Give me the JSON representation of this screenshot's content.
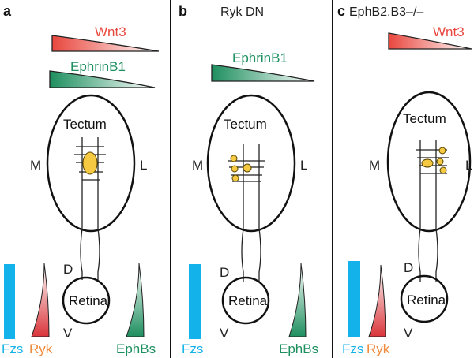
{
  "colors": {
    "wnt3": "#E8473E",
    "ephrinB1": "#1E8F5F",
    "fzs": "#14B2EA",
    "ryk": "#E8473E",
    "ryk_label": "#F08A3C",
    "ephbs": "#1E8F5F",
    "termination_zone": "#F5C942"
  },
  "panels": [
    {
      "letter": "a",
      "condition": "",
      "wnt3_label": "Wnt3",
      "ephrinB1_label": "EphrinB1",
      "tectum_label": "Tectum",
      "medial_label": "M",
      "lateral_label": "L",
      "dorsal_label": "D",
      "ventral_label": "V",
      "retina_label": "Retina",
      "fzs_label": "Fzs",
      "ryk_label": "Ryk",
      "ephbs_label": "EphBs"
    },
    {
      "letter": "b",
      "condition": "Ryk DN",
      "ephrinB1_label": "EphrinB1",
      "tectum_label": "Tectum",
      "medial_label": "M",
      "lateral_label": "L",
      "dorsal_label": "D",
      "ventral_label": "V",
      "retina_label": "Retina",
      "fzs_label": "Fzs",
      "ephbs_label": "EphBs"
    },
    {
      "letter": "c",
      "condition": "EphB2,B3–/–",
      "wnt3_label": "Wnt3",
      "tectum_label": "Tectum",
      "medial_label": "M",
      "lateral_label": "L",
      "dorsal_label": "D",
      "ventral_label": "V",
      "retina_label": "Retina",
      "fzs_label": "Fzs",
      "ryk_label": "Ryk"
    }
  ]
}
